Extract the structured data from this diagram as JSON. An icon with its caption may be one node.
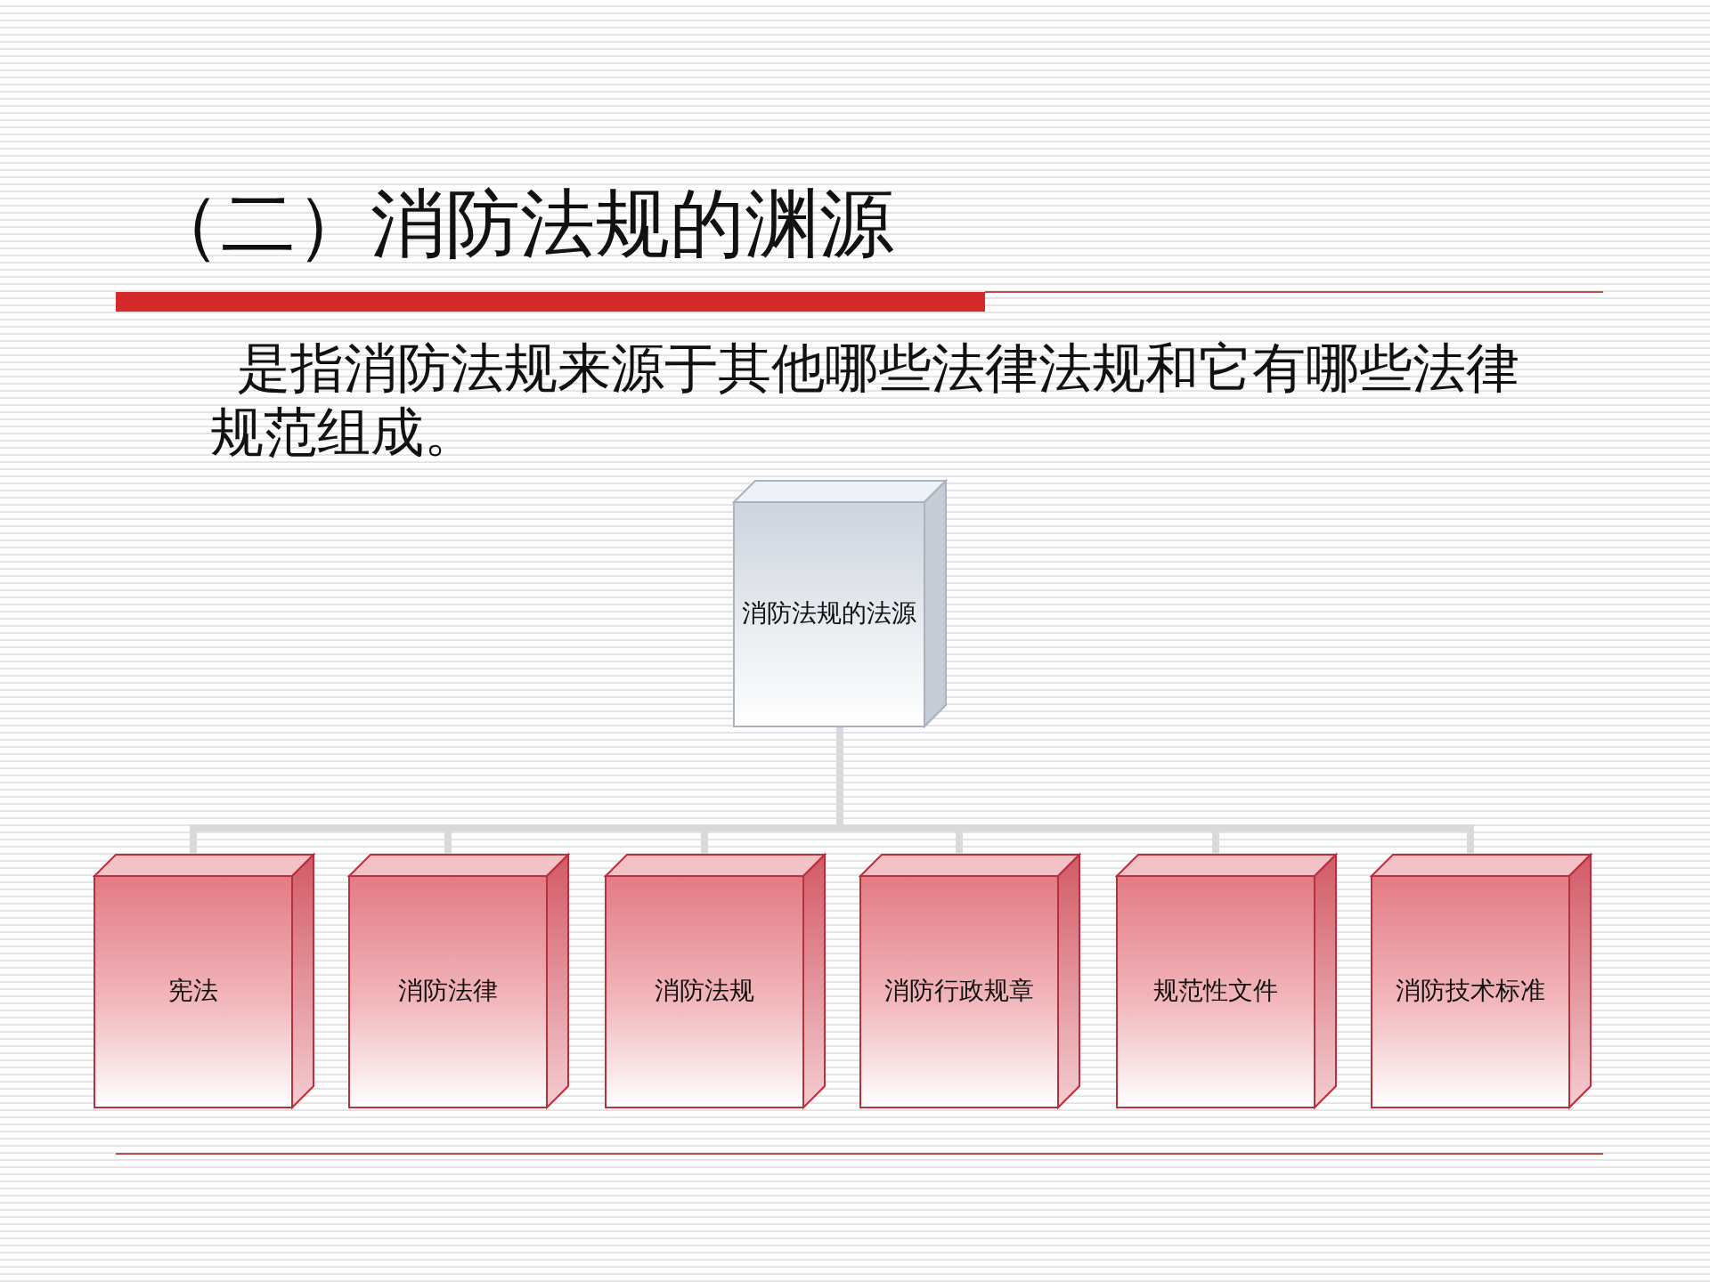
{
  "diagram": {
    "title": "（二）消防法规的渊源",
    "nodes": [
      {
        "text": [
          "消防法规的法源"
        ]
      },
      {
        "text": [
          "宪法"
        ]
      },
      {
        "text": [
          "消防法律"
        ]
      },
      {
        "text": [
          "消防法规"
        ]
      },
      {
        "text": [
          "消防行政规章"
        ]
      },
      {
        "text": [
          "规范性文件"
        ]
      },
      {
        "text": [
          "消防技术标准"
        ]
      }
    ],
    "edges": [
      {
        "from": 0,
        "to": 1,
        "arrow": "none"
      },
      {
        "from": 0,
        "to": 2,
        "arrow": "none"
      },
      {
        "from": 0,
        "to": 3,
        "arrow": "none"
      },
      {
        "from": 0,
        "to": 4,
        "arrow": "none"
      },
      {
        "from": 0,
        "to": 5,
        "arrow": "none"
      },
      {
        "from": 0,
        "to": 6,
        "arrow": "none"
      }
    ],
    "labels": [
      "是指消防法规来源于其他哪些法律法规和它有哪些法律规范组成。"
    ]
  }
}
